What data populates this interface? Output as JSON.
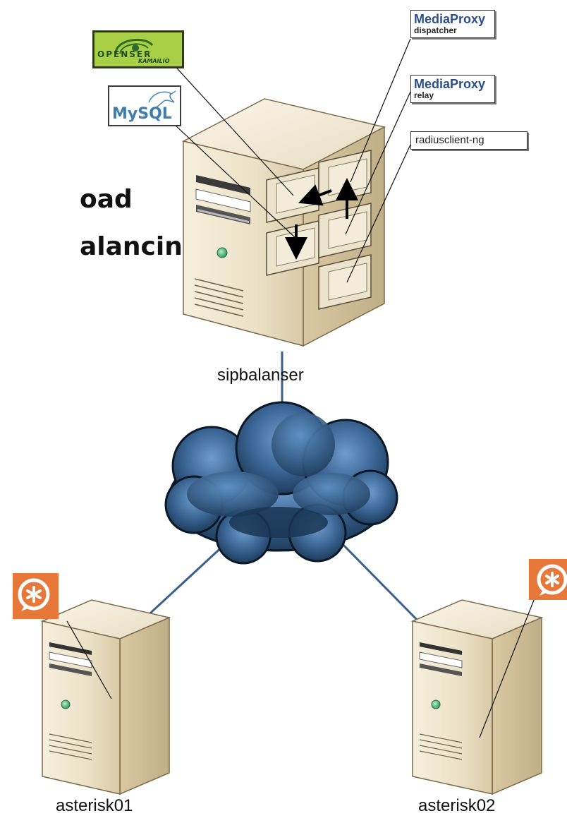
{
  "heading": {
    "line1": "oad",
    "line2": "alancing"
  },
  "servers": {
    "main": "sipbalanser",
    "left": "asterisk01",
    "right": "asterisk02"
  },
  "components": {
    "mediaproxy_dispatcher": {
      "title": "MediaProxy",
      "sub": "dispatcher"
    },
    "mediaproxy_relay": {
      "title": "MediaProxy",
      "sub": "relay"
    },
    "radiusclient": {
      "label": "radiusclient-ng"
    }
  },
  "logos": {
    "openser": {
      "top": "OPENSER",
      "bottom": "KAMAILIO"
    },
    "mysql": {
      "label": "MySQL"
    },
    "asterisk_icon": "asterisk-icon"
  },
  "colors": {
    "link": "#3a5f8a",
    "cloud": "#24476b",
    "server_face": "#efe6cf",
    "asterisk": "#e8783a",
    "openser_bg": "#a8cf46"
  }
}
